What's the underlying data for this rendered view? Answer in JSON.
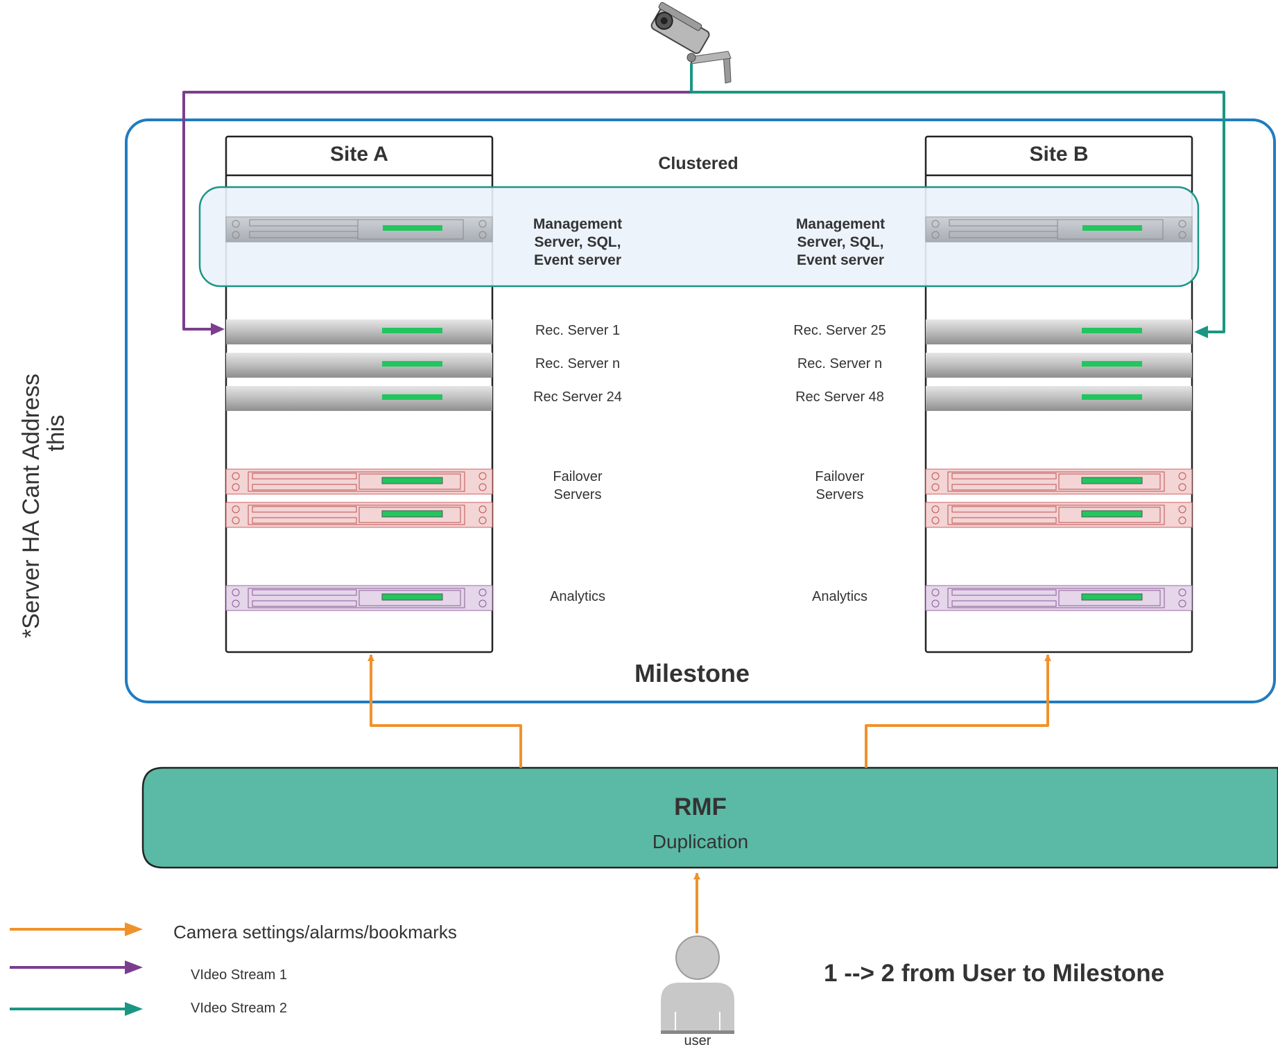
{
  "side_note": [
    "*Server HA Cant Address",
    "this"
  ],
  "milestone": {
    "title": "Milestone"
  },
  "clustered": {
    "label": "Clustered"
  },
  "site_a": {
    "title": "Site A",
    "mgmt_label": [
      "Management",
      "Server, SQL,",
      "Event server"
    ],
    "rec_labels": [
      "Rec. Server 1",
      "Rec. Server n",
      "Rec Server 24"
    ],
    "failover_label": [
      "Failover",
      "Servers"
    ],
    "analytics_label": "Analytics"
  },
  "site_b": {
    "title": "Site B",
    "mgmt_label": [
      "Management",
      "Server, SQL,",
      "Event server"
    ],
    "rec_labels": [
      "Rec. Server 25",
      "Rec. Server n",
      "Rec Server 48"
    ],
    "failover_label": [
      "Failover",
      "Servers"
    ],
    "analytics_label": "Analytics"
  },
  "rmf": {
    "title": "RMF",
    "subtitle": "Duplication"
  },
  "user": {
    "label": "user"
  },
  "flow_note": "1 --> 2 from User to Milestone",
  "legend": [
    {
      "label": "Camera settings/alarms/bookmarks",
      "color": "#f0922c"
    },
    {
      "label": "VIdeo Stream 1",
      "color": "#7b3e8e"
    },
    {
      "label": "VIdeo Stream 2",
      "color": "#1a9683"
    }
  ],
  "colors": {
    "milestone_border": "#1f7cc1",
    "cluster_border": "#1a9683",
    "cluster_fill": "#eaf2fb",
    "rmf_fill": "#5bbaa6",
    "server_led": "#22c55e",
    "failover_tint": "#f3d5d5",
    "analytics_tint": "#e5d6ea"
  },
  "icons": {
    "camera": "security-camera-icon",
    "user": "user-icon"
  }
}
